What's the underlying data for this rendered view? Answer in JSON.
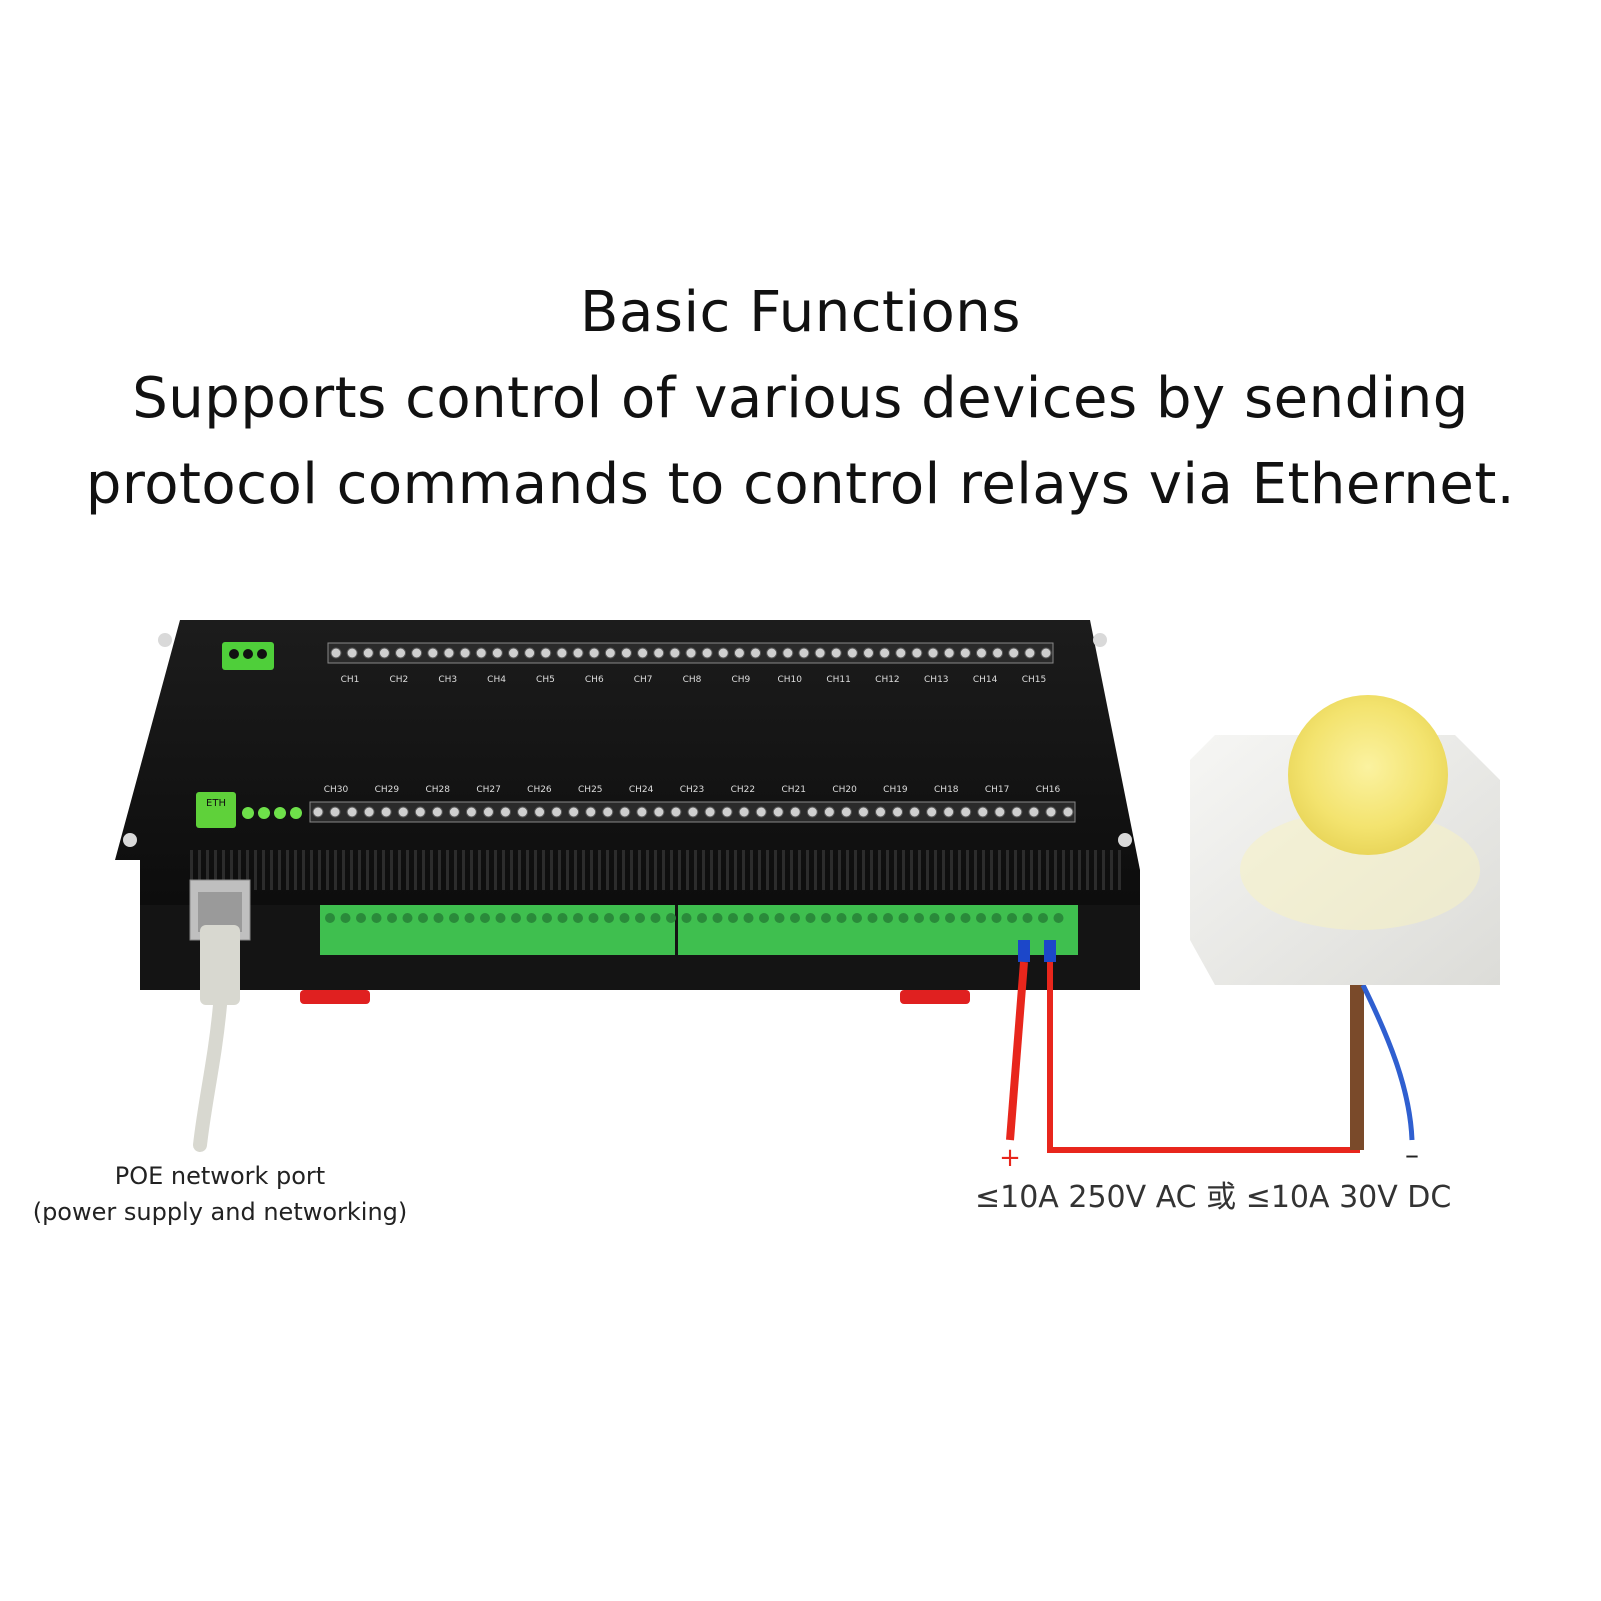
{
  "headline": {
    "line1": "Basic Functions",
    "line2": "Supports control of various devices by sending",
    "line3": "protocol commands to control relays via Ethernet."
  },
  "device": {
    "badge_eth": "ETH",
    "channels_top": [
      "CH1",
      "CH2",
      "CH3",
      "CH4",
      "CH5",
      "CH6",
      "CH7",
      "CH8",
      "CH9",
      "CH10",
      "CH11",
      "CH12",
      "CH13",
      "CH14",
      "CH15"
    ],
    "channels_bottom": [
      "CH30",
      "CH29",
      "CH28",
      "CH27",
      "CH26",
      "CH25",
      "CH24",
      "CH23",
      "CH22",
      "CH21",
      "CH20",
      "CH19",
      "CH18",
      "CH17",
      "CH16"
    ],
    "body_color": "#111111",
    "terminal_color": "#3fbf4f",
    "accent_green": "#5fd13a"
  },
  "callouts": {
    "poe_line1": "POE network port",
    "poe_line2": "(power supply and networking)",
    "plus_sign": "+",
    "minus_sign": "–",
    "rating": "≤10A 250V AC 或 ≤10A 30V DC"
  },
  "colors": {
    "wire_red": "#e8261c",
    "wire_brown": "#7a4a2a",
    "wire_blue": "#2f5fd0",
    "lamp": "#f5e87a"
  }
}
